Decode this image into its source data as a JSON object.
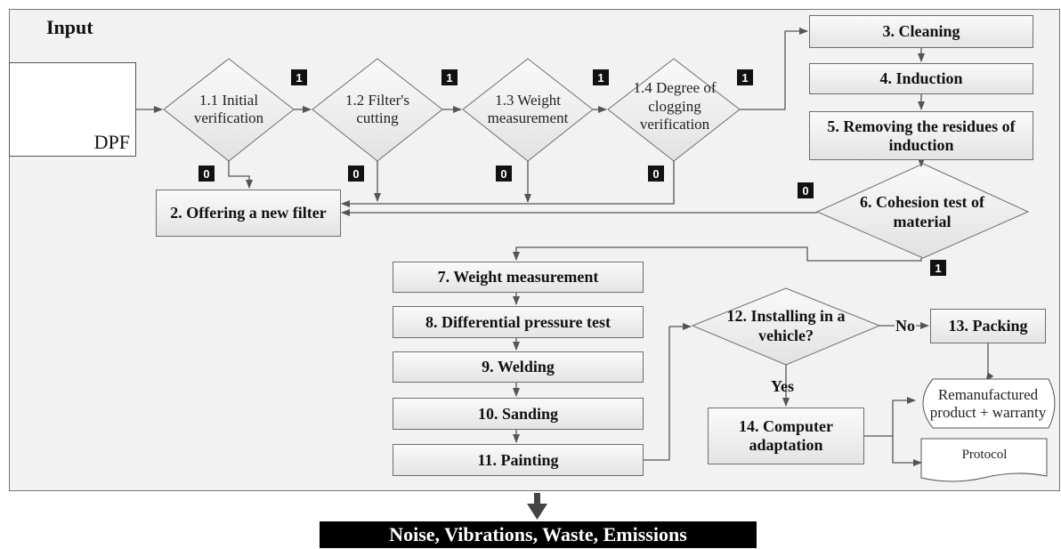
{
  "input": {
    "title": "Input",
    "product_label": "DPF"
  },
  "decisions": {
    "d1_1": "1.1 Initial verification",
    "d1_2": "1.2 Filter's cutting",
    "d1_3": "1.3 Weight measurement",
    "d1_4": "1.4 Degree of clogging verification",
    "d6": "6. Cohesion test of material",
    "d12": "12. Installing in a vehicle?"
  },
  "steps": {
    "s2": "2. Offering a new filter",
    "s3": "3. Cleaning",
    "s4": "4. Induction",
    "s5": "5. Removing the residues of induction",
    "s7": "7. Weight measurement",
    "s8": "8. Differential pressure test",
    "s9": "9. Welding",
    "s10": "10. Sanding",
    "s11": "11. Painting",
    "s13": "13. Packing",
    "s14": "14. Computer adaptation"
  },
  "outcomes": {
    "remanufactured": "Remanufactured product + warranty",
    "protocol": "Protocol"
  },
  "branch_labels": {
    "yes": "Yes",
    "no": "No",
    "one": "1",
    "zero": "0"
  },
  "output": {
    "label": "Noise, Vibrations, Waste, Emissions"
  }
}
